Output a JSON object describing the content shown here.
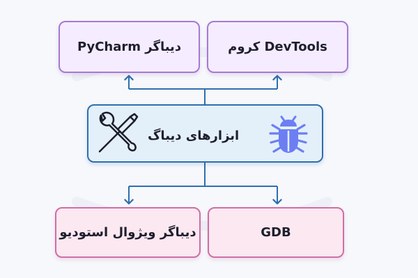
{
  "diagram": {
    "center": {
      "label": "ابزارهای دیباگ"
    },
    "top_left": {
      "label": "دیباگر PyCharm"
    },
    "top_right": {
      "label": "DevTools کروم"
    },
    "bottom_left": {
      "label": "دیباگر ویژوال استودیو"
    },
    "bottom_right": {
      "label": "GDB"
    }
  },
  "icons": {
    "left": "wrench-screwdriver-icon",
    "right": "bug-icon"
  },
  "colors": {
    "connector": "#2e6fad",
    "center_fill": "#e3f0fa",
    "center_border": "#2e6fad",
    "top_fill": "#f5ecff",
    "top_border": "#a878d4",
    "bottom_fill": "#fbe8f1",
    "bottom_border": "#cf6ea6",
    "bug": "#6c7ef2"
  }
}
